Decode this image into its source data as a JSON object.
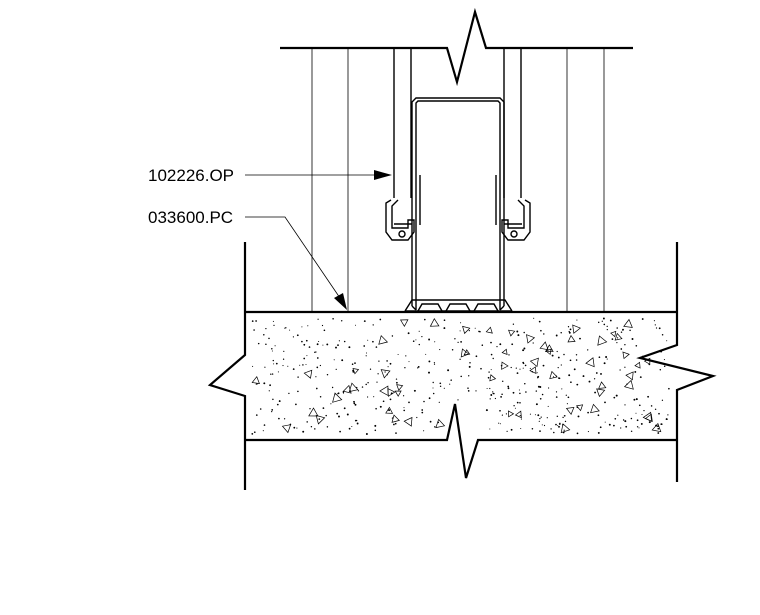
{
  "callouts": [
    {
      "id": "glazing-frame",
      "label": "102226.OP"
    },
    {
      "id": "floor-slab",
      "label": "033600.PC"
    }
  ],
  "colors": {
    "line": "#000000",
    "background": "#ffffff"
  }
}
